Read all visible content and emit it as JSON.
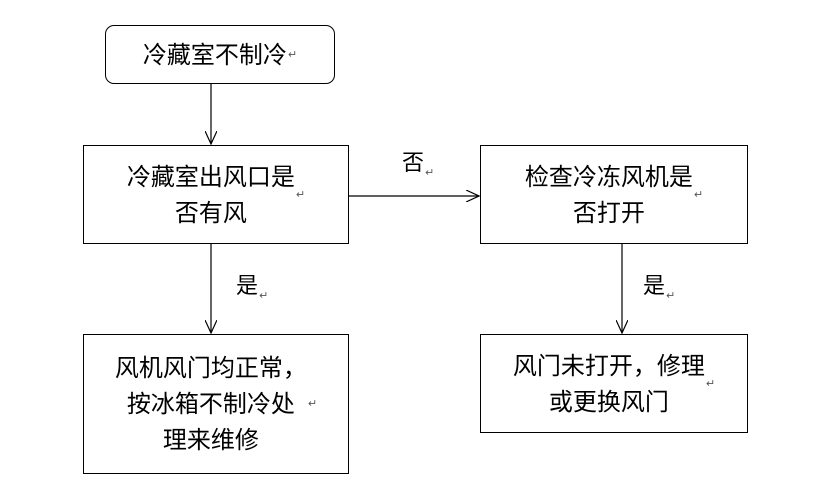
{
  "diagram": {
    "para_mark": "↵",
    "nodes": {
      "start": {
        "text": "冷藏室不制冷"
      },
      "q1": {
        "text": "冷藏室出风口是\n否有风"
      },
      "q2": {
        "text": "检查冷冻风机是\n否打开"
      },
      "r1": {
        "text": "风机风门均正常，\n按冰箱不制冷处\n理来维修"
      },
      "r2": {
        "text": "风门未打开，修理\n或更换风门"
      }
    },
    "edges": {
      "no_label": "否",
      "yes_label_left": "是",
      "yes_label_right": "是"
    }
  }
}
